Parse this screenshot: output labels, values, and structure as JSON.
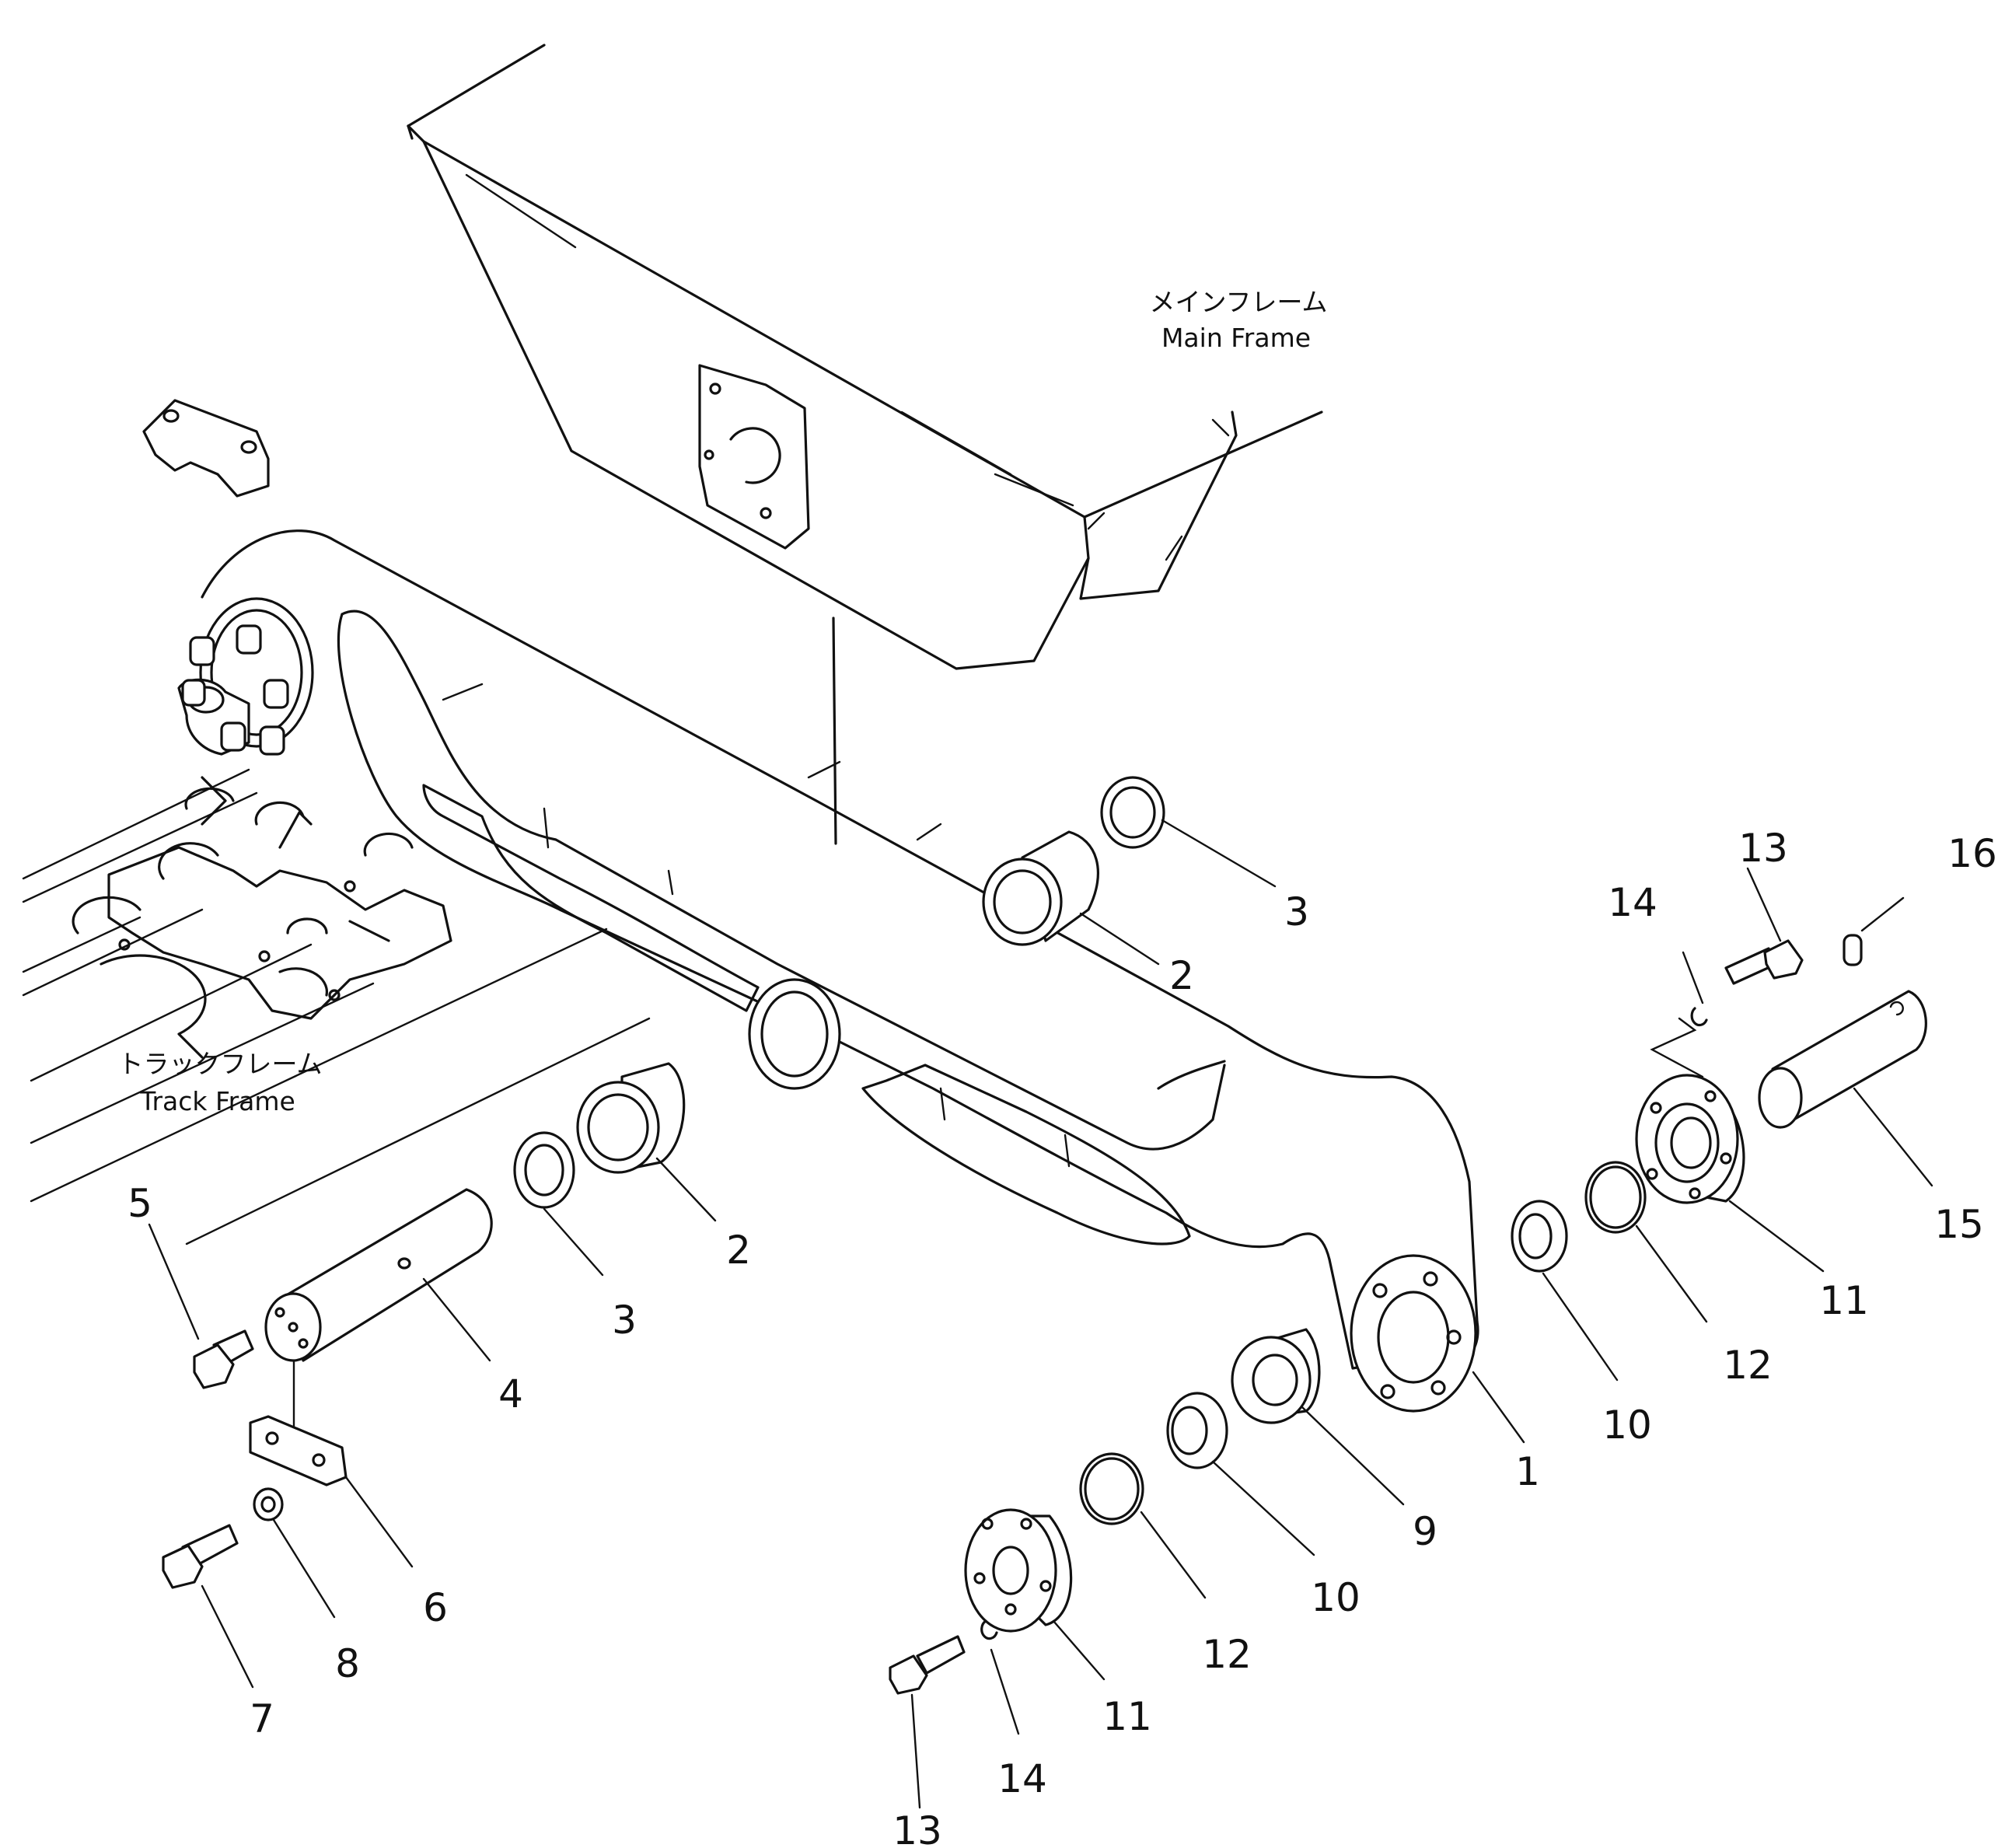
{
  "labels": {
    "main_frame_jp": "メインフレーム",
    "main_frame_en": "Main Frame",
    "track_frame_jp": "トラックフレーム",
    "track_frame_en": "Track Frame"
  },
  "callouts": [
    {
      "id": "c1",
      "text": "1"
    },
    {
      "id": "c2a",
      "text": "2"
    },
    {
      "id": "c2b",
      "text": "2"
    },
    {
      "id": "c3a",
      "text": "3"
    },
    {
      "id": "c3b",
      "text": "3"
    },
    {
      "id": "c4",
      "text": "4"
    },
    {
      "id": "c5",
      "text": "5"
    },
    {
      "id": "c6",
      "text": "6"
    },
    {
      "id": "c7",
      "text": "7"
    },
    {
      "id": "c8",
      "text": "8"
    },
    {
      "id": "c9",
      "text": "9"
    },
    {
      "id": "c10a",
      "text": "10"
    },
    {
      "id": "c10b",
      "text": "10"
    },
    {
      "id": "c11a",
      "text": "11"
    },
    {
      "id": "c11b",
      "text": "11"
    },
    {
      "id": "c12a",
      "text": "12"
    },
    {
      "id": "c12b",
      "text": "12"
    },
    {
      "id": "c13a",
      "text": "13"
    },
    {
      "id": "c13b",
      "text": "13"
    },
    {
      "id": "c14a",
      "text": "14"
    },
    {
      "id": "c14b",
      "text": "14"
    },
    {
      "id": "c15",
      "text": "15"
    },
    {
      "id": "c16",
      "text": "16"
    }
  ]
}
